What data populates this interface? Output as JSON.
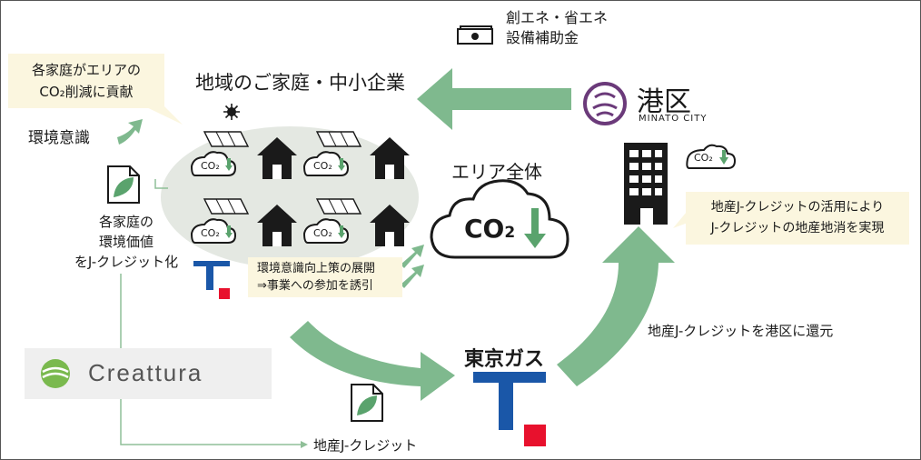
{
  "subsidy_label": "創エネ・省エネ\n設備補助金",
  "households_title": "地域のご家庭・中小企業",
  "callout_contribution": "各家庭がエリアの\nCO₂削減に貢献",
  "env_awareness": "環境意識",
  "jcredit_conversion": "各家庭の\n環境価値\nをJ-クレジット化",
  "area_total": "エリア全体",
  "co2_main": "CO",
  "co2_sub": "2",
  "co2_small": "CO₂",
  "measures_text": "環境意識向上策の展開\n⇒事業への参加を誘引",
  "minato": {
    "kanji": "港区",
    "roman": "MINATO CITY"
  },
  "local_callout": "地産J-クレジットの活用により\nJ-クレジットの地産地消を実現",
  "return_label": "地産J-クレジットを港区に還元",
  "tokyo_gas": "東京ガス",
  "creattura": "Creattura",
  "local_credit": "地産J-クレジット",
  "colors": {
    "arrow_green": "#7fb98e",
    "ellipse_gray": "#e4e8e2",
    "callout_bg": "#fbf6df",
    "tg_blue": "#1a57a8",
    "tg_red": "#e8112d",
    "minato_purple": "#6b3a7a"
  }
}
